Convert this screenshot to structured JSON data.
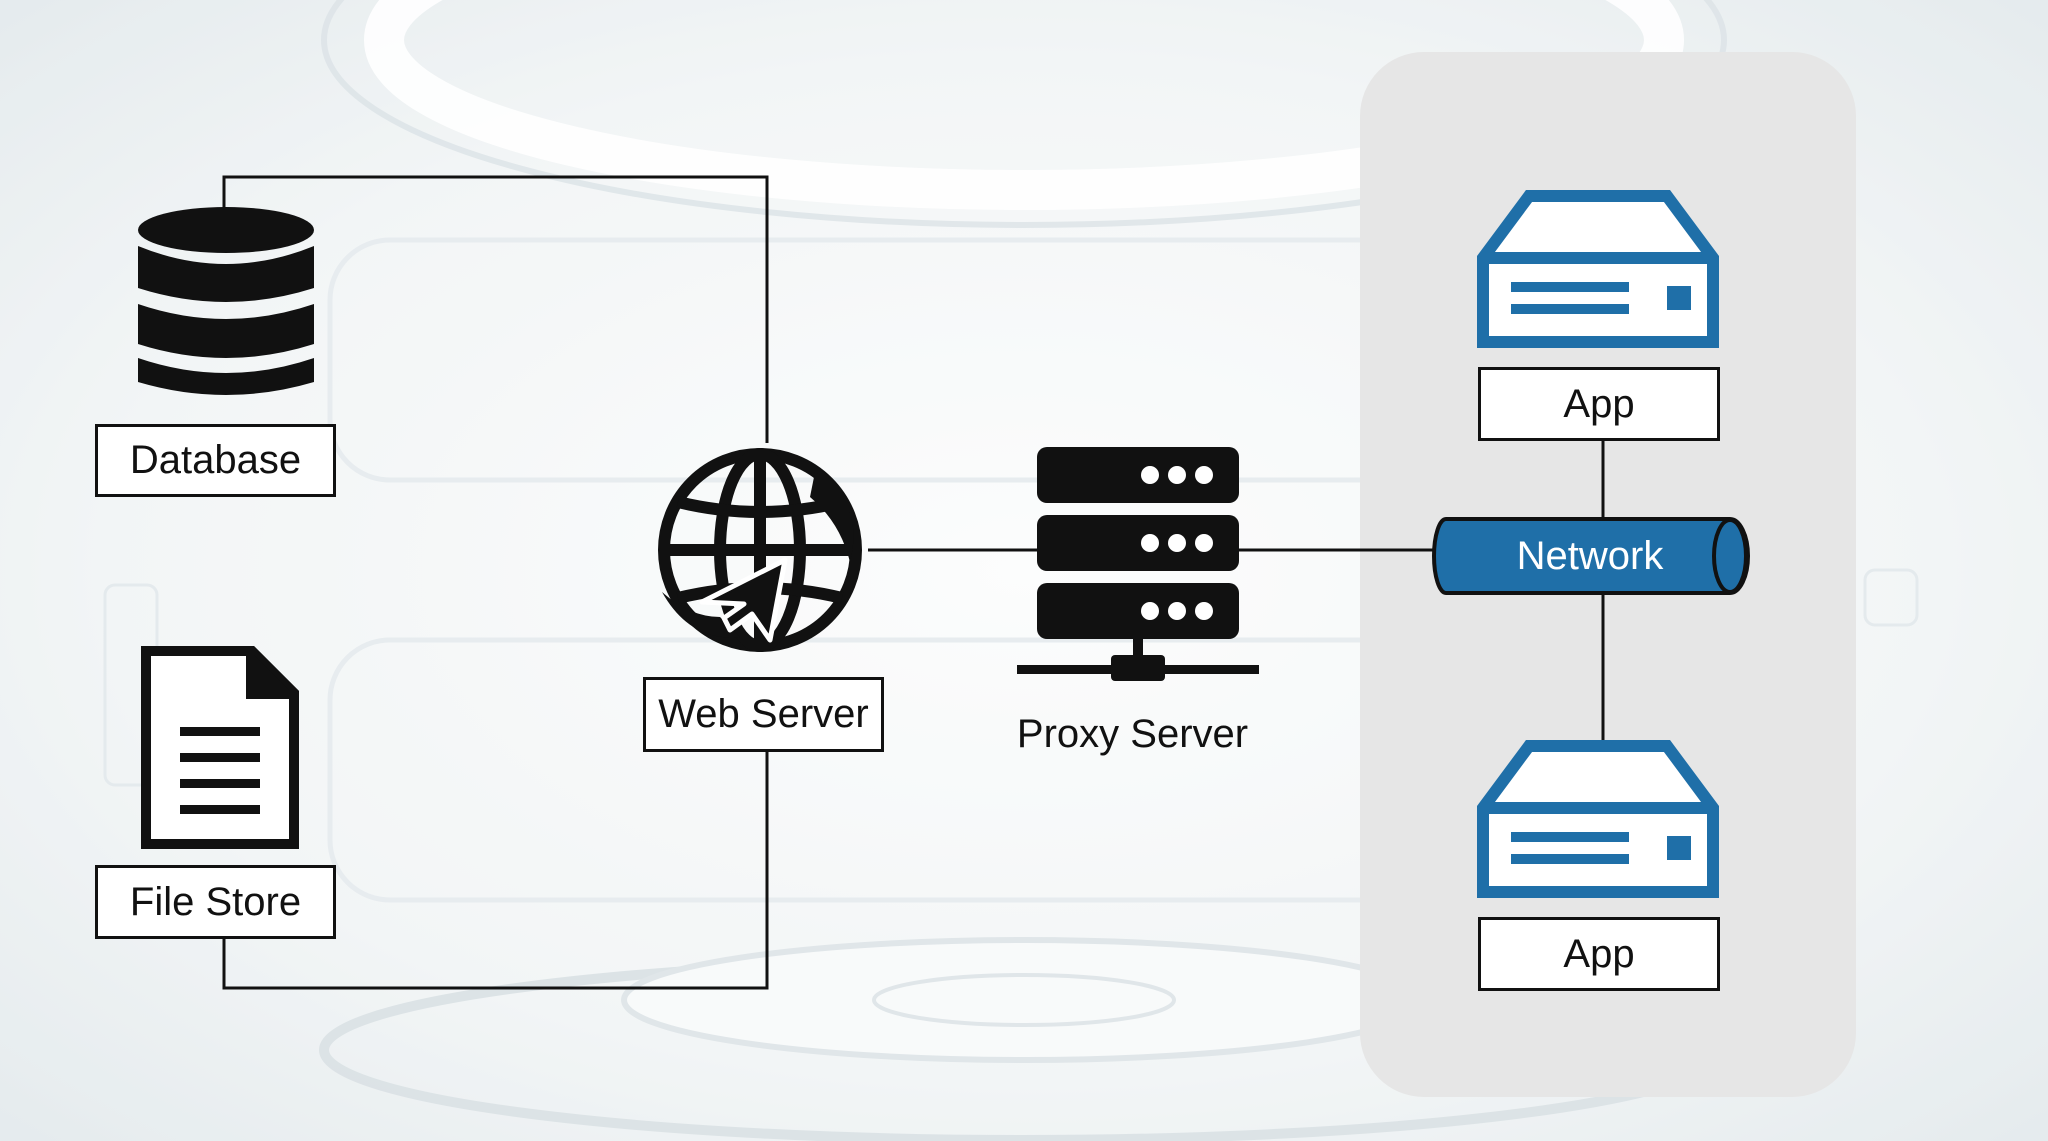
{
  "nodes": {
    "database": {
      "label": "Database",
      "icon": "database-icon"
    },
    "file_store": {
      "label": "File Store",
      "icon": "document-icon"
    },
    "web_server": {
      "label": "Web Server",
      "icon": "globe-cursor-icon"
    },
    "proxy_server": {
      "label": "Proxy Server",
      "icon": "server-rack-icon"
    },
    "network": {
      "label": "Network",
      "icon": "pipe-cylinder-icon"
    },
    "app_top": {
      "label": "App",
      "icon": "server-appliance-icon"
    },
    "app_bottom": {
      "label": "App",
      "icon": "server-appliance-icon"
    }
  },
  "colors": {
    "line": "#111111",
    "accent_blue": "#1f6fa8",
    "panel": "#e6e6e6"
  }
}
